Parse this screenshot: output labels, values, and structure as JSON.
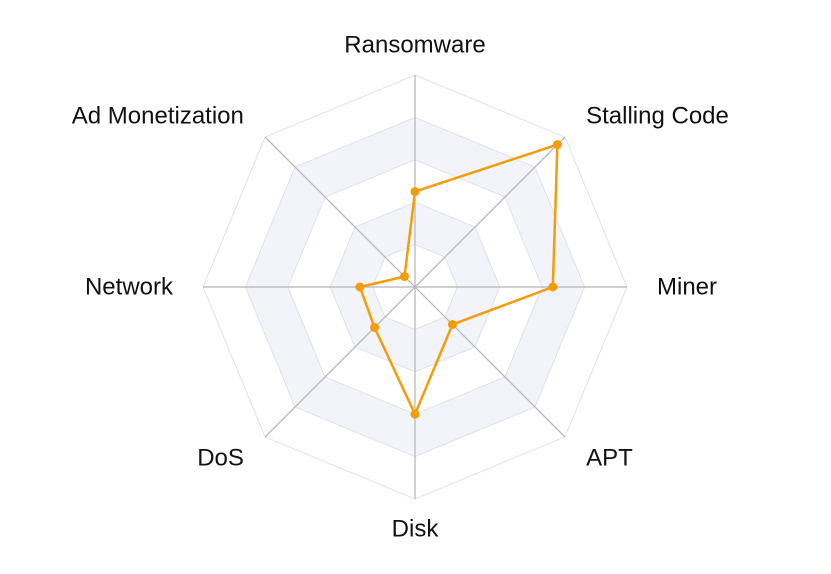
{
  "chart_data": {
    "type": "radar",
    "axes": [
      "Ransomware",
      "Stalling Code",
      "Miner",
      "APT",
      "Disk",
      "DoS",
      "Network",
      "Ad Monetization"
    ],
    "series": [
      {
        "values": [
          0.45,
          0.95,
          0.65,
          0.25,
          0.6,
          0.27,
          0.26,
          0.07
        ]
      }
    ],
    "range": [
      0,
      1
    ],
    "rings": 5,
    "colors": {
      "series": "#f59c0b",
      "band": "#f2f4f9",
      "ring": "#dfe2ec",
      "spoke": "#b4b4b4"
    }
  }
}
